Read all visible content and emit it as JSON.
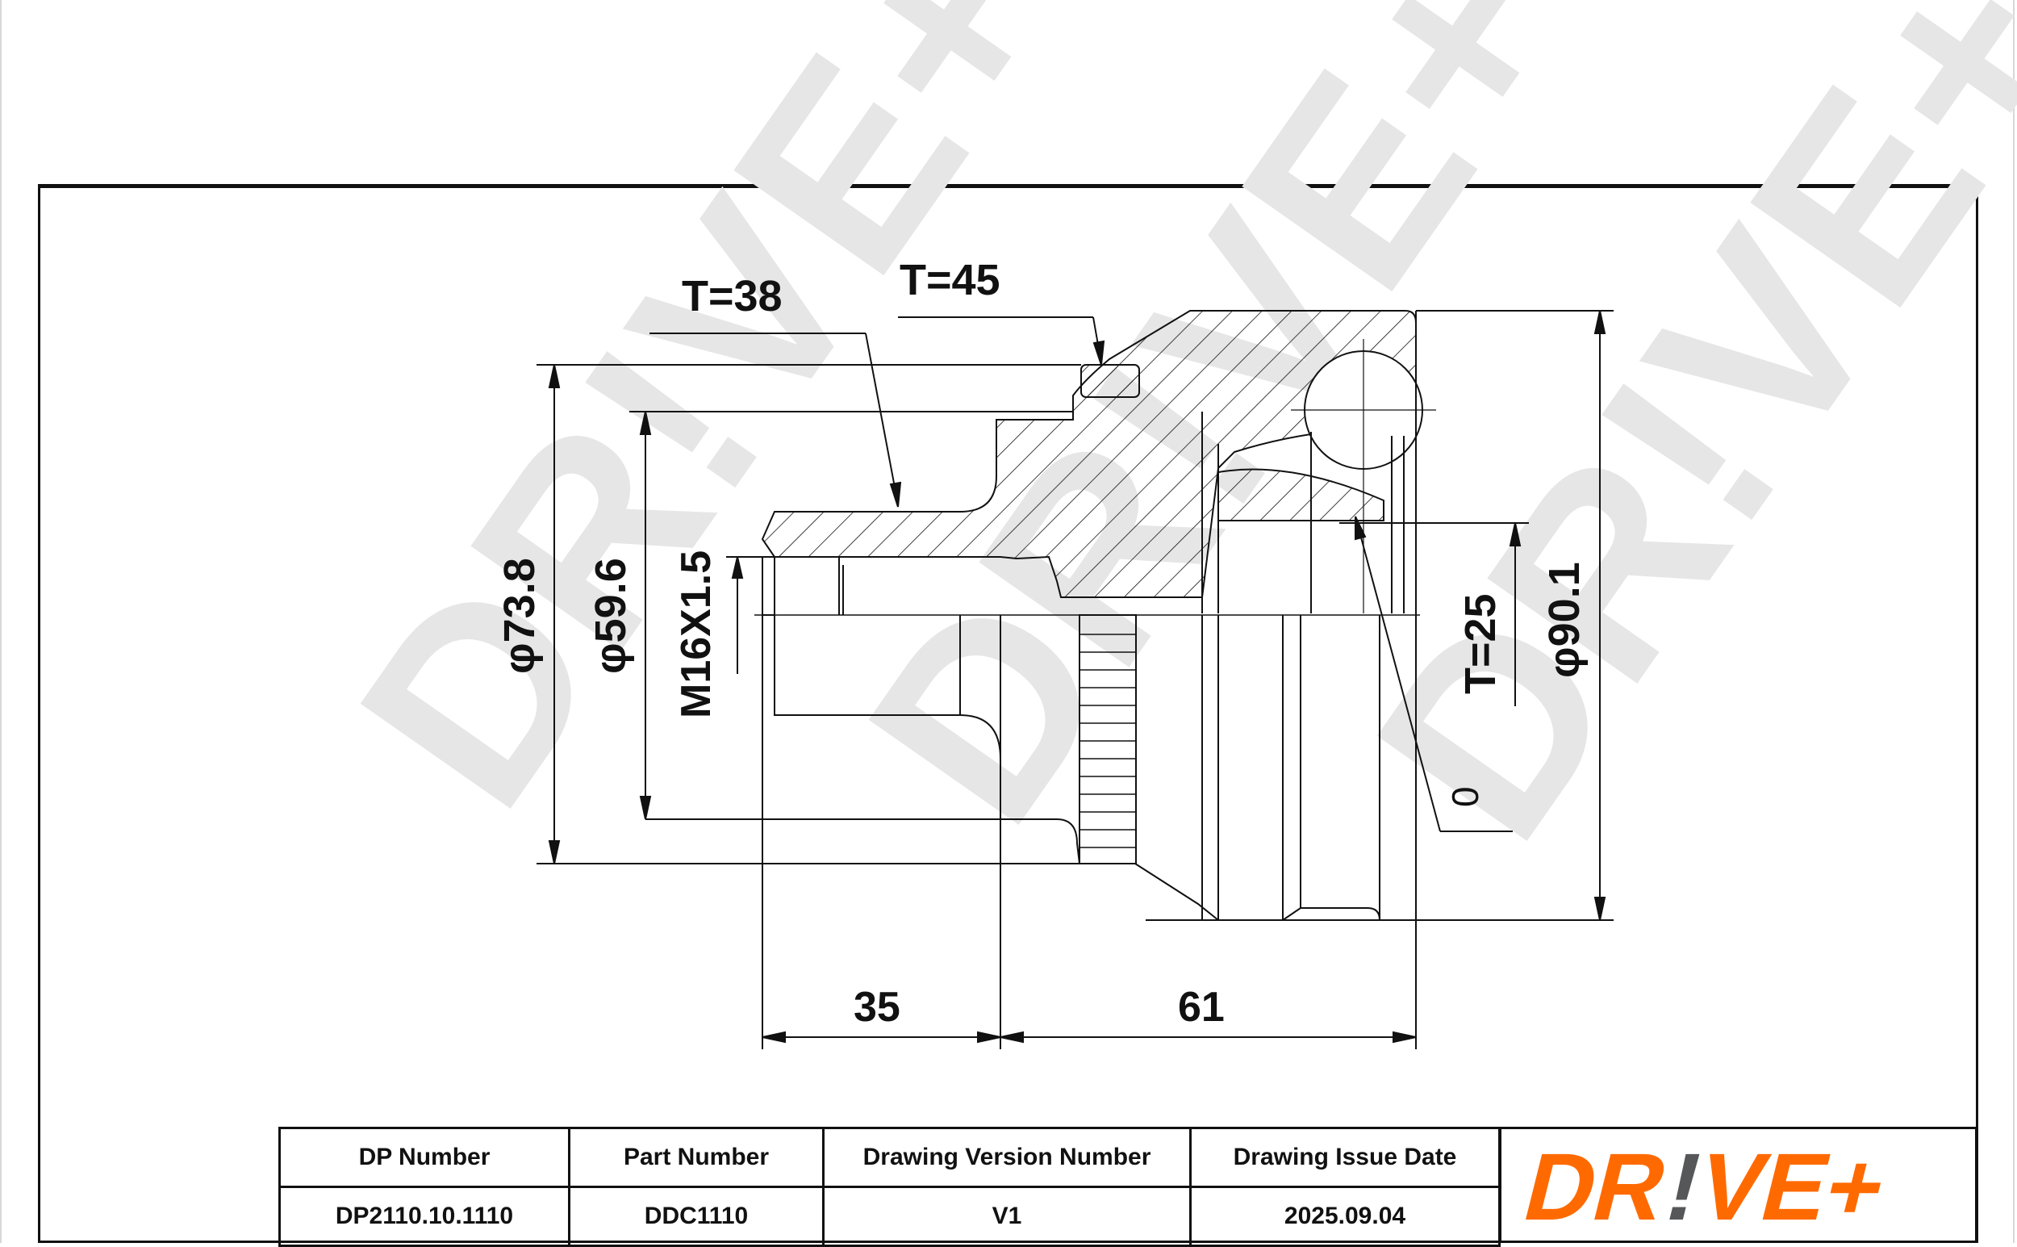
{
  "drawing": {
    "subject": "CV joint (outer) sectional drawing",
    "dimensions": {
      "diameter_a": "φ73.8",
      "diameter_b": "φ59.6",
      "thread": "M16X1.5",
      "diameter_outer": "φ90.1",
      "length_left": "35",
      "length_right": "61"
    },
    "callouts": {
      "teeth_inner": "T=38",
      "teeth_abs_ring": "T=45",
      "teeth_spline": "T=25",
      "seal_ring": "0"
    }
  },
  "watermark": {
    "text": "DR!VE+",
    "color": "#e6e6e6"
  },
  "title_block": {
    "headers": [
      "DP Number",
      "Part Number",
      "Drawing Version Number",
      "Drawing Issue Date"
    ],
    "values": [
      "DP2110.10.1110",
      "DDC1110",
      "V1",
      "2025.09.04"
    ]
  },
  "logo": {
    "text_left": "DR",
    "text_bang": "!",
    "text_right": "VE+",
    "color_primary": "#ff6a00",
    "color_accent": "#555759"
  }
}
